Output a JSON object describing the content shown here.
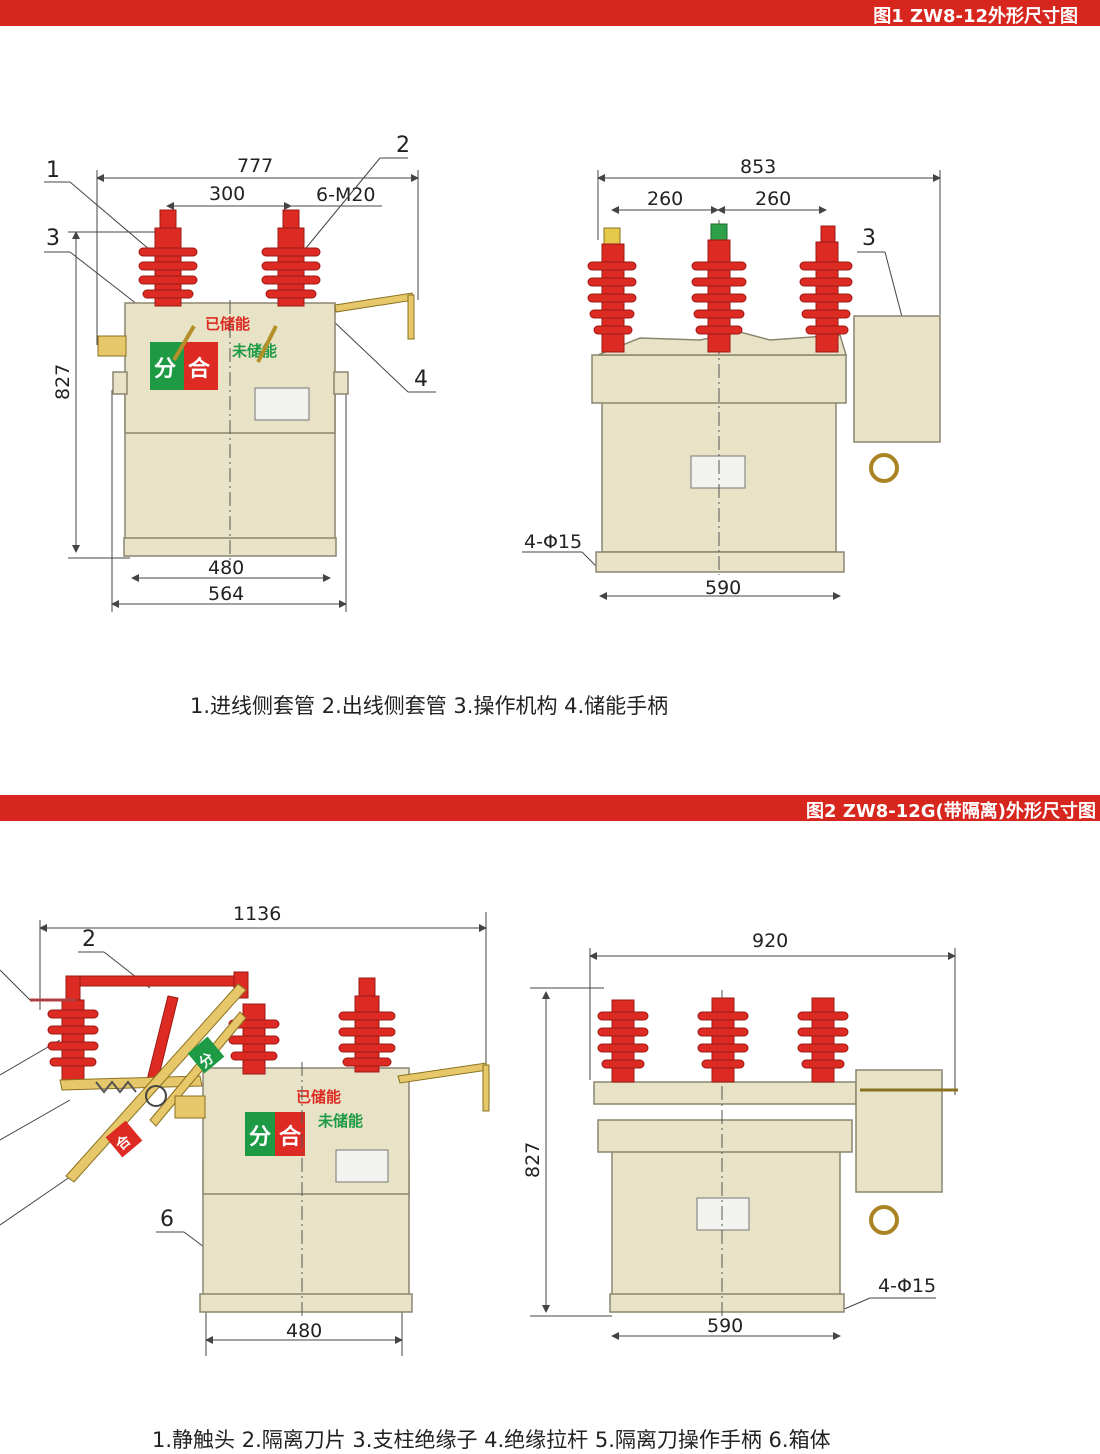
{
  "figure1": {
    "title": "图1 ZW8-12外形尺寸图",
    "legend": "1.进线侧套管   2.出线侧套管  3.操作机构  4.储能手柄",
    "dims": {
      "d777": "777",
      "d300": "300",
      "d6m20": "6-M20",
      "d827": "827",
      "d480": "480",
      "d564": "564",
      "d853": "853",
      "d260a": "260",
      "d260b": "260",
      "d590": "590",
      "d4phi15": "4-Φ15"
    },
    "callouts": {
      "c1": "1",
      "c2": "2",
      "c3": "3",
      "c4": "4",
      "c3b": "3"
    },
    "panel": {
      "charged": "已储能",
      "uncharged": "未储能",
      "open": "分",
      "close": "合"
    }
  },
  "figure2": {
    "title": "图2 ZW8-12G(带隔离)外形尺寸图",
    "legend": "1.静触头 2.隔离刀片 3.支柱绝缘子 4.绝缘拉杆 5.隔离刀操作手柄 6.箱体",
    "dims": {
      "d1136": "1136",
      "d480": "480",
      "d920": "920",
      "d827": "827",
      "d590": "590",
      "d4phi15": "4-Φ15"
    },
    "callouts": {
      "c2": "2",
      "c6": "6"
    },
    "panel": {
      "charged": "已储能",
      "uncharged": "未储能",
      "open": "分",
      "close": "合",
      "tag_open": "分",
      "tag_close": "合"
    }
  },
  "colors": {
    "banner": "#d7261e",
    "insulator": "#dd2a22",
    "body": "#e8e2c6",
    "handle": "#e6c86a",
    "open_button": "#1e9a45",
    "close_button": "#dd2a22",
    "charged_text": "#dd2a22",
    "uncharged_text": "#1e9a45"
  }
}
